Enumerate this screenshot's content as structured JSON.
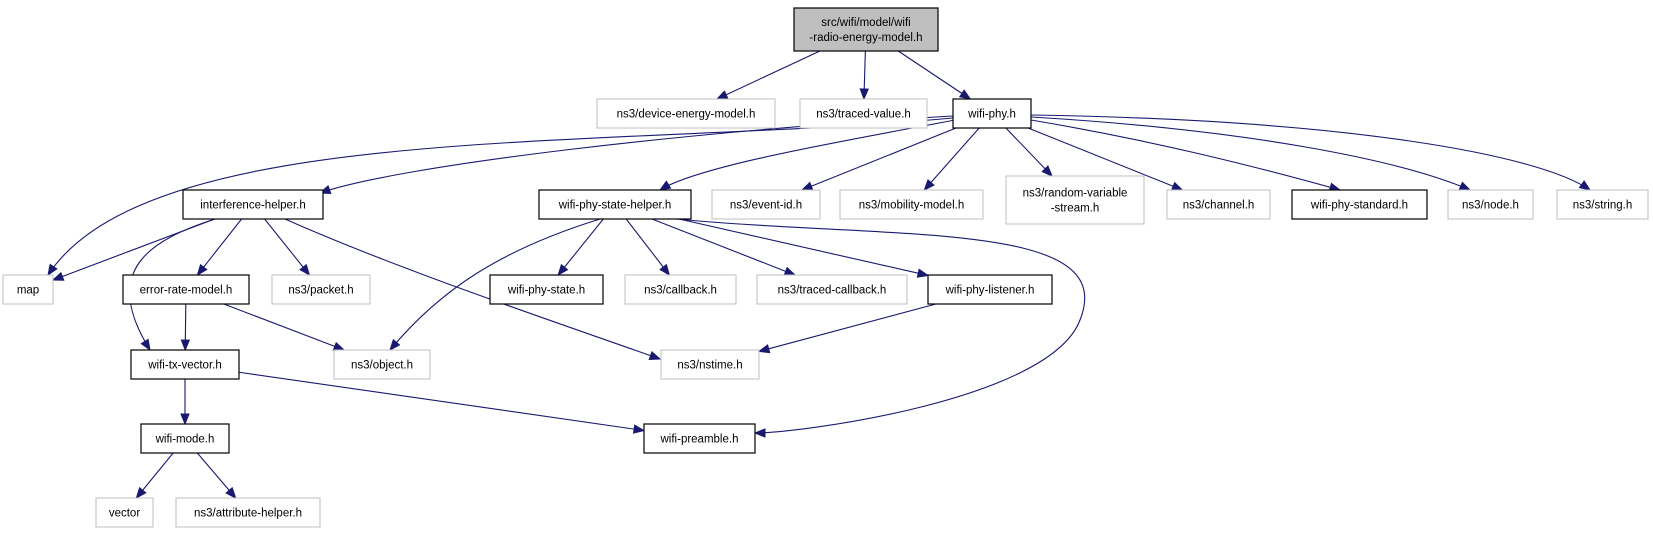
{
  "root": {
    "id": "root",
    "lines": [
      "src/wifi/model/wifi",
      "-radio-energy-model.h"
    ]
  },
  "nodes": [
    {
      "id": "device_energy",
      "lines": [
        "ns3/device-energy-model.h"
      ],
      "linked": false
    },
    {
      "id": "traced_value",
      "lines": [
        "ns3/traced-value.h"
      ],
      "linked": false
    },
    {
      "id": "wifi_phy",
      "lines": [
        "wifi-phy.h"
      ],
      "linked": true
    },
    {
      "id": "interference_helper",
      "lines": [
        "interference-helper.h"
      ],
      "linked": true
    },
    {
      "id": "wifi_phy_state_helper",
      "lines": [
        "wifi-phy-state-helper.h"
      ],
      "linked": true
    },
    {
      "id": "event_id",
      "lines": [
        "ns3/event-id.h"
      ],
      "linked": false
    },
    {
      "id": "mobility_model",
      "lines": [
        "ns3/mobility-model.h"
      ],
      "linked": false
    },
    {
      "id": "random_variable",
      "lines": [
        "ns3/random-variable",
        "-stream.h"
      ],
      "linked": false
    },
    {
      "id": "channel",
      "lines": [
        "ns3/channel.h"
      ],
      "linked": false
    },
    {
      "id": "wifi_phy_standard",
      "lines": [
        "wifi-phy-standard.h"
      ],
      "linked": true
    },
    {
      "id": "node",
      "lines": [
        "ns3/node.h"
      ],
      "linked": false
    },
    {
      "id": "string",
      "lines": [
        "ns3/string.h"
      ],
      "linked": false
    },
    {
      "id": "map",
      "lines": [
        "map"
      ],
      "linked": false
    },
    {
      "id": "error_rate_model",
      "lines": [
        "error-rate-model.h"
      ],
      "linked": true
    },
    {
      "id": "packet",
      "lines": [
        "ns3/packet.h"
      ],
      "linked": false
    },
    {
      "id": "wifi_phy_state",
      "lines": [
        "wifi-phy-state.h"
      ],
      "linked": true
    },
    {
      "id": "callback",
      "lines": [
        "ns3/callback.h"
      ],
      "linked": false
    },
    {
      "id": "traced_callback",
      "lines": [
        "ns3/traced-callback.h"
      ],
      "linked": false
    },
    {
      "id": "wifi_phy_listener",
      "lines": [
        "wifi-phy-listener.h"
      ],
      "linked": true
    },
    {
      "id": "wifi_tx_vector",
      "lines": [
        "wifi-tx-vector.h"
      ],
      "linked": true
    },
    {
      "id": "object",
      "lines": [
        "ns3/object.h"
      ],
      "linked": false
    },
    {
      "id": "nstime",
      "lines": [
        "ns3/nstime.h"
      ],
      "linked": false
    },
    {
      "id": "wifi_mode",
      "lines": [
        "wifi-mode.h"
      ],
      "linked": true
    },
    {
      "id": "wifi_preamble",
      "lines": [
        "wifi-preamble.h"
      ],
      "linked": true
    },
    {
      "id": "vector",
      "lines": [
        "vector"
      ],
      "linked": false
    },
    {
      "id": "attribute_helper",
      "lines": [
        "ns3/attribute-helper.h"
      ],
      "linked": false
    }
  ],
  "edges": [
    [
      "root",
      "device_energy"
    ],
    [
      "root",
      "traced_value"
    ],
    [
      "root",
      "wifi_phy"
    ],
    [
      "wifi_phy",
      "map"
    ],
    [
      "wifi_phy",
      "interference_helper"
    ],
    [
      "wifi_phy",
      "wifi_phy_state_helper"
    ],
    [
      "wifi_phy",
      "event_id"
    ],
    [
      "wifi_phy",
      "mobility_model"
    ],
    [
      "wifi_phy",
      "random_variable"
    ],
    [
      "wifi_phy",
      "channel"
    ],
    [
      "wifi_phy",
      "wifi_phy_standard"
    ],
    [
      "wifi_phy",
      "node"
    ],
    [
      "wifi_phy",
      "string"
    ],
    [
      "interference_helper",
      "map"
    ],
    [
      "interference_helper",
      "wifi_tx_vector"
    ],
    [
      "interference_helper",
      "error_rate_model"
    ],
    [
      "interference_helper",
      "packet"
    ],
    [
      "interference_helper",
      "nstime"
    ],
    [
      "error_rate_model",
      "wifi_tx_vector"
    ],
    [
      "error_rate_model",
      "object"
    ],
    [
      "wifi_phy_state_helper",
      "object"
    ],
    [
      "wifi_phy_state_helper",
      "wifi_phy_state"
    ],
    [
      "wifi_phy_state_helper",
      "callback"
    ],
    [
      "wifi_phy_state_helper",
      "traced_callback"
    ],
    [
      "wifi_phy_state_helper",
      "wifi_phy_listener"
    ],
    [
      "wifi_phy_state_helper",
      "wifi_preamble"
    ],
    [
      "wifi_phy_listener",
      "nstime"
    ],
    [
      "wifi_tx_vector",
      "wifi_mode"
    ],
    [
      "wifi_tx_vector",
      "wifi_preamble"
    ],
    [
      "wifi_mode",
      "vector"
    ],
    [
      "wifi_mode",
      "attribute_helper"
    ]
  ]
}
